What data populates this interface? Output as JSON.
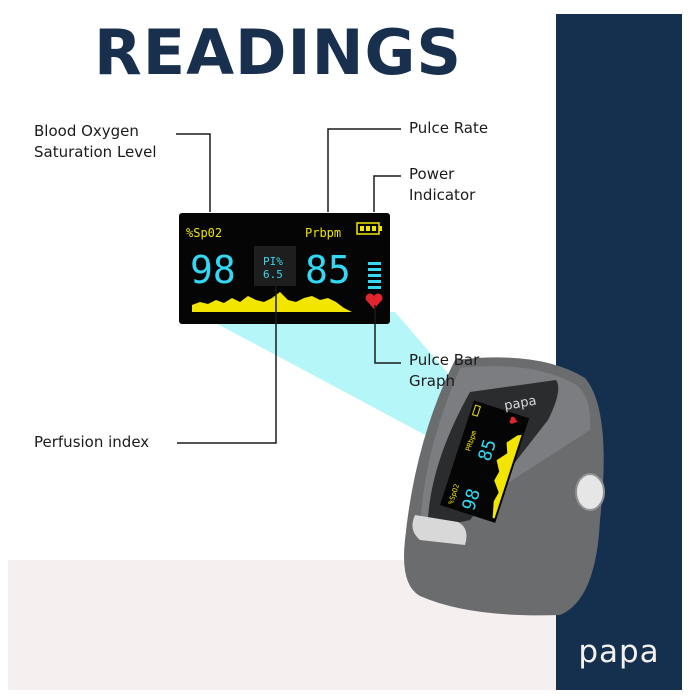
{
  "title": "READINGS",
  "brand": "papa",
  "labels": {
    "blood_oxygen_line1": "Blood Oxygen",
    "blood_oxygen_line2": "Saturation Level",
    "pulse_rate": "Pulce Rate",
    "power_line1": "Power",
    "power_line2": "Indicator",
    "pulse_bar_line1": "Pulce Bar",
    "pulse_bar_line2": "Graph",
    "perfusion": "Perfusion index"
  },
  "display": {
    "spo2_label": "%Sp02",
    "prbpm_label": "Prbpm",
    "spo2_value": "98",
    "pi_label": "PI%",
    "pi_value": "6.5",
    "pulse_value": "85"
  },
  "device": {
    "brand": "papa",
    "spo2_label": "%SpO2",
    "prbpm_label": "PRbpm",
    "spo2_value": "98",
    "pulse_value": "85"
  },
  "colors": {
    "navy": "#15304f",
    "screen_cyan": "#35d8f2",
    "screen_yellow": "#f2e600",
    "heart_red": "#e0262c",
    "device_gray": "#6e6f71",
    "beam": "#a8f4f8"
  },
  "icons": [
    "battery-icon",
    "heart-icon",
    "pulse-bar-icon",
    "waveform-icon"
  ]
}
